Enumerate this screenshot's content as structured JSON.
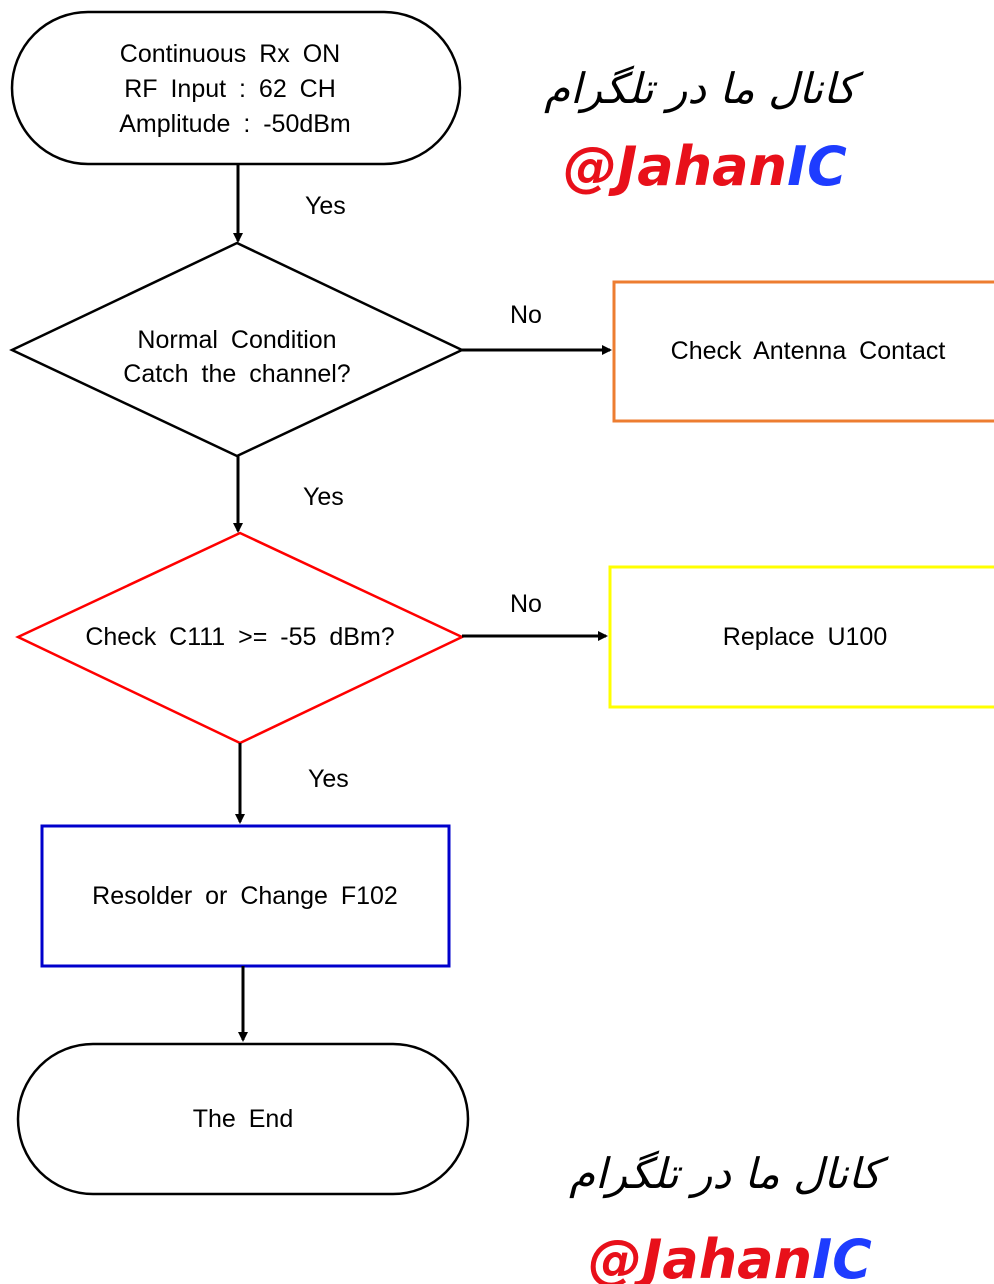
{
  "nodes": {
    "start": {
      "lines": [
        "Continuous  Rx  ON",
        "RF  Input  :  62  CH",
        "Amplitude  :  -50dBm"
      ]
    },
    "decision1": {
      "lines": [
        "Normal  Condition",
        "Catch  the  channel?"
      ]
    },
    "check_antenna": {
      "label": "Check  Antenna  Contact",
      "border_color": "#ED7D31"
    },
    "decision2": {
      "label": "Check  C111  >=  -55  dBm?",
      "border_color": "#FF0000"
    },
    "replace": {
      "label": "Replace  U100",
      "border_color": "#FFFF00"
    },
    "resolder": {
      "label": "Resolder  or  Change  F102",
      "border_color": "#0000CC"
    },
    "end": {
      "label": "The  End"
    }
  },
  "edges": {
    "start_to_d1": "Yes",
    "d1_no": "No",
    "d1_yes": "Yes",
    "d2_no": "No",
    "d2_yes": "Yes"
  },
  "watermark": {
    "persian": "کانال ما در تلگرام",
    "handle_prefix": "@Jahan",
    "handle_suffix": "IC",
    "prefix_color": "#E8101A",
    "suffix_color": "#1E3CFF"
  }
}
